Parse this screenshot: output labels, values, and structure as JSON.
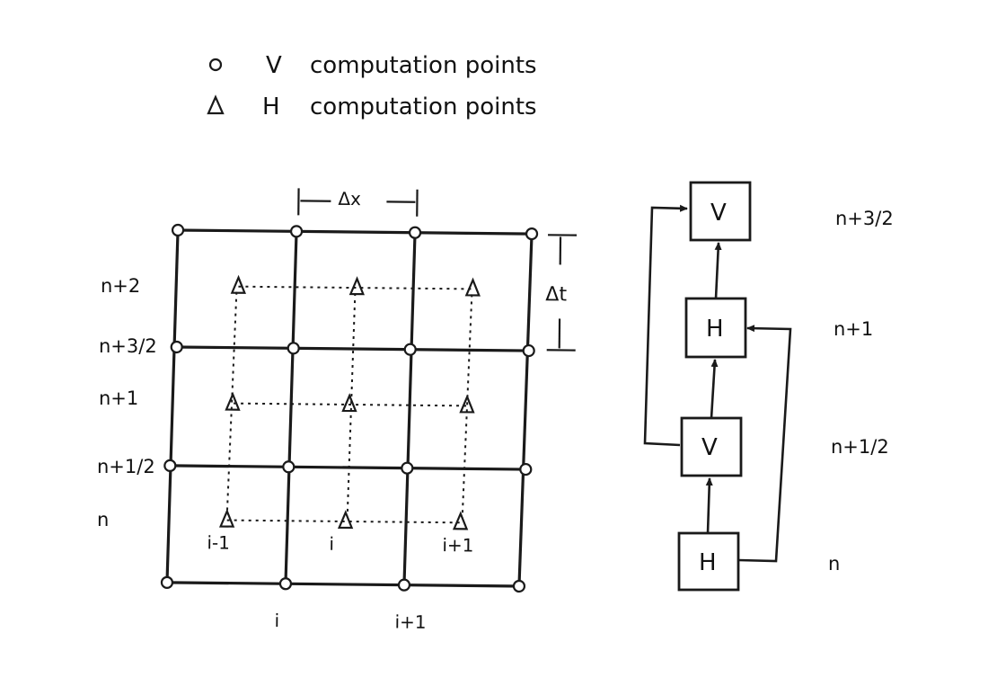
{
  "legend": [
    {
      "symbol": "o",
      "letter": "V",
      "text": "computation points",
      "icon": "circle-icon"
    },
    {
      "symbol": "Δ",
      "letter": "H",
      "text": "computation points",
      "icon": "triangle-icon"
    }
  ],
  "grid": {
    "row_labels": [
      "n+2",
      "n+3/2",
      "n+1",
      "n+1/2",
      "n"
    ],
    "triangle_labels": [
      "i-1",
      "i",
      "i+1"
    ],
    "bottom_labels": [
      "i",
      "i+1"
    ],
    "dx_label": "Δx",
    "dt_label": "Δt"
  },
  "flow": {
    "boxes": [
      "V",
      "H",
      "V",
      "H"
    ],
    "levels": [
      "n+3/2",
      "n+1",
      "n+1/2",
      "n"
    ]
  }
}
